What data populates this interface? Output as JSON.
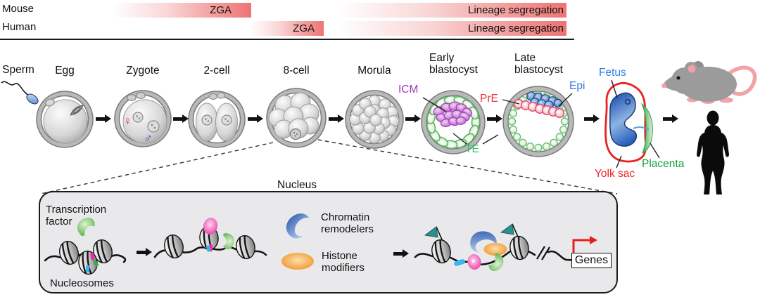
{
  "timeline": {
    "mouse_label": "Mouse",
    "human_label": "Human",
    "mouse_zga_label": "ZGA",
    "human_zga_label": "ZGA",
    "mouse_lineage_label": "Lineage segregation",
    "human_lineage_label": "Lineage segregation",
    "bar_color": "#ec6c6c"
  },
  "stages": {
    "sperm": {
      "label": "Sperm"
    },
    "egg": {
      "label": "Egg"
    },
    "zygote": {
      "label": "Zygote",
      "female_symbol": "♀",
      "male_symbol": "♂",
      "female_color": "#e23030",
      "male_color": "#3c3cb4"
    },
    "two_cell": {
      "label": "2-cell"
    },
    "eight_cell": {
      "label": "8-cell"
    },
    "morula": {
      "label": "Morula"
    },
    "early_blastocyst": {
      "label": "Early blastocyst"
    },
    "late_blastocyst": {
      "label": "Late blastocyst"
    }
  },
  "annotations": {
    "icm": {
      "label": "ICM",
      "color": "#a238b8"
    },
    "pre": {
      "label": "PrE",
      "color": "#ee3340"
    },
    "te": {
      "label": "TE",
      "color": "#2ec06a"
    },
    "epi": {
      "label": "Epi",
      "color": "#2c7be0"
    },
    "fetus": {
      "label": "Fetus",
      "color": "#2c7be0"
    },
    "yolk_sac": {
      "label": "Yolk sac",
      "color": "#ee2222"
    },
    "placenta": {
      "label": "Placenta",
      "color": "#13a038"
    }
  },
  "nucleus_panel": {
    "title": "Nucleus",
    "transcription_factor_label": "Transcription factor",
    "nucleosomes_label": "Nucleosomes",
    "chromatin_remodelers_label": "Chromatin remodelers",
    "histone_modifiers_label": "Histone modifiers",
    "genes_label": "Genes"
  }
}
